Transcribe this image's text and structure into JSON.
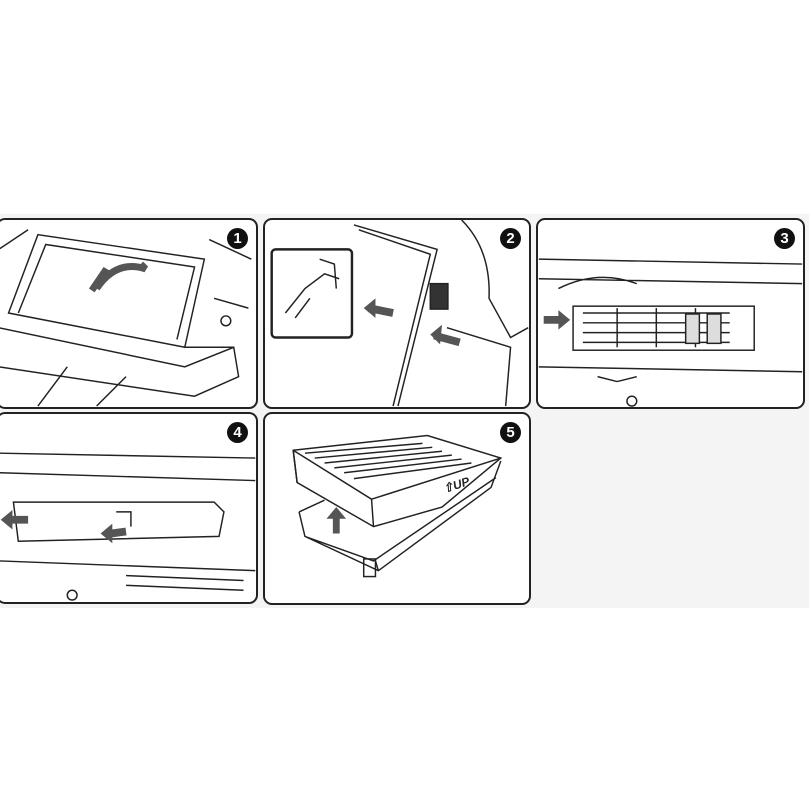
{
  "steps": [
    {
      "number": "1",
      "description_icon": "glovebox-lowered"
    },
    {
      "number": "2",
      "description_icon": "damper-clip-removed"
    },
    {
      "number": "3",
      "description_icon": "filter-cover-visible"
    },
    {
      "number": "4",
      "description_icon": "filter-pulled-out"
    },
    {
      "number": "5",
      "description_icon": "new-filter-inserted"
    }
  ],
  "filter_label": "⇧UP",
  "colors": {
    "line": "#222222",
    "arrow": "#666666",
    "badge": "#111111"
  }
}
